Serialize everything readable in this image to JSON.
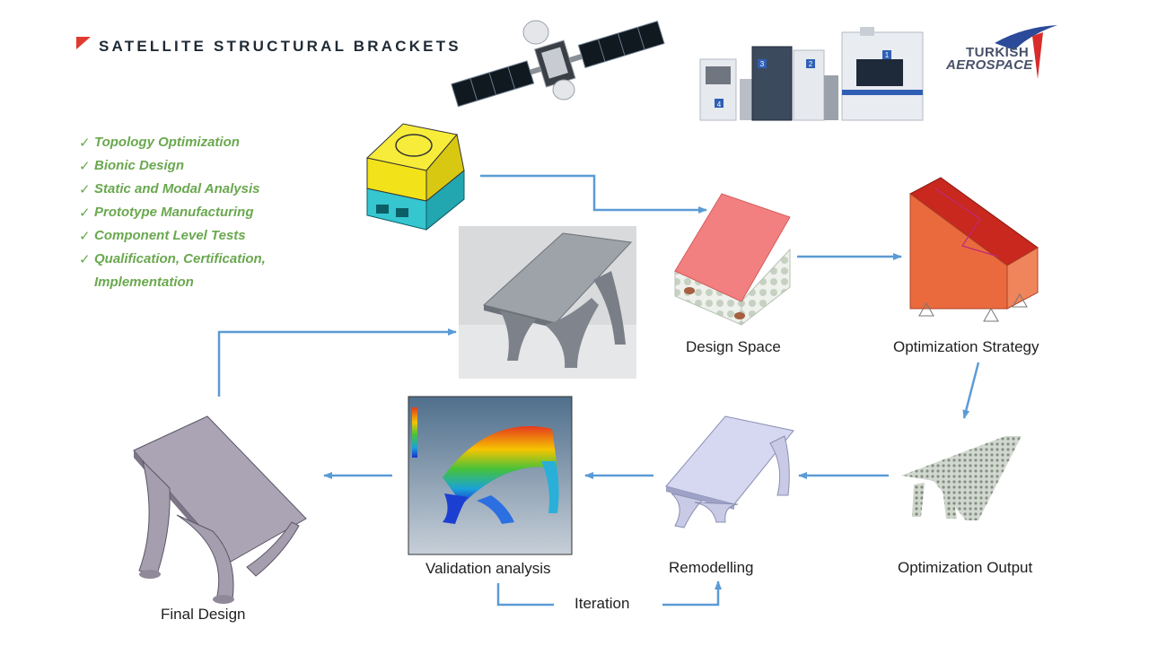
{
  "header": {
    "title": "SATELLITE STRUCTURAL BRACKETS"
  },
  "logo": {
    "line1": "TURKISH",
    "line2": "AEROSPACE"
  },
  "checklist": [
    {
      "text": "Topology Optimization"
    },
    {
      "text": "Bionic Design"
    },
    {
      "text": "Static and Modal Analysis"
    },
    {
      "text": "Prototype Manufacturing"
    },
    {
      "text": "Component Level Tests"
    },
    {
      "text": "Qualification, Certification,"
    },
    {
      "text": "Implementation"
    }
  ],
  "steps": {
    "design_space": "Design Space",
    "optimization_strategy": "Optimization Strategy",
    "optimization_output": "Optimization Output",
    "remodelling": "Remodelling",
    "validation_analysis": "Validation analysis",
    "final_design": "Final Design",
    "iteration": "Iteration"
  },
  "colors": {
    "arrow": "#5b9bd5",
    "check_text": "#6aa84f",
    "title_mark": "#e03a2f",
    "logo_red": "#d92b2b",
    "logo_blue": "#2c4a9a"
  }
}
